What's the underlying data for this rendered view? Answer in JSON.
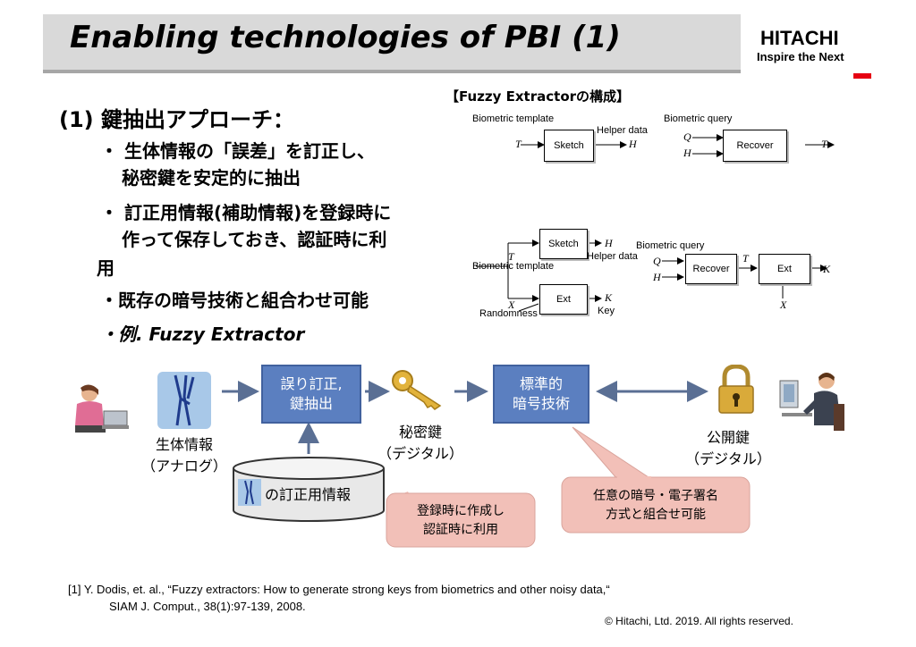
{
  "header": {
    "title": "Enabling technologies of PBI (1)",
    "logo_main": "HITACHI",
    "logo_tagline": "Inspire the Next"
  },
  "left": {
    "heading": "(1) 鍵抽出アプローチ：",
    "bullets": [
      "・ 生体情報の「誤差」を訂正し、",
      "秘密鍵を安定的に抽出",
      "・ 訂正用情報(補助情報)を登録時に",
      "作って保存しておき、認証時に利",
      "用",
      "・既存の暗号技術と組合わせ可能",
      "・例. Fuzzy Extractor"
    ]
  },
  "figure": {
    "caption": "【Fuzzy Extractorの構成】",
    "top": {
      "biometric_template": "Biometric template",
      "helper_data": "Helper data",
      "biometric_query": "Biometric query",
      "sketch": "Sketch",
      "recover": "Recover",
      "T": "T",
      "H": "H",
      "Q": "Q",
      "T_out": "T"
    },
    "bottom": {
      "sketch": "Sketch",
      "ext": "Ext",
      "recover": "Recover",
      "ext2": "Ext",
      "biometric_template": "Biometric template",
      "helper_data": "Helper data",
      "biometric_query": "Biometric query",
      "randomness": "Randomness",
      "key": "Key",
      "T": "T",
      "H": "H",
      "X": "X",
      "K": "K",
      "Q": "Q",
      "H2": "H",
      "T2": "T",
      "K2": "K",
      "X2": "X"
    }
  },
  "flow": {
    "box1": [
      "誤り訂正,",
      "鍵抽出"
    ],
    "box2": [
      "標準的",
      "暗号技術"
    ],
    "biometric_label": [
      "生体情報",
      "（アナログ）"
    ],
    "secret_key": [
      "秘密鍵",
      "（デジタル）"
    ],
    "public_key": [
      "公開鍵",
      "（デジタル）"
    ],
    "db_label": "の訂正用情報",
    "callout1": [
      "登録時に作成し",
      "認証時に利用"
    ],
    "callout2": [
      "任意の暗号・電子署名",
      "方式と組合せ可能"
    ]
  },
  "footer": {
    "reference_line1": "[1] Y. Dodis, et. al., “Fuzzy extractors: How to generate strong keys from biometrics and other noisy data,“",
    "reference_line2": "SIAM J. Comput., 38(1):97-139, 2008.",
    "copyright": "© Hitachi, Ltd. 2019. All rights reserved."
  },
  "colors": {
    "title_bar": "#d9d9d9",
    "process_box": "#5b7fc0",
    "callout": "#f2c0b8",
    "logo_accent": "#e60012"
  }
}
